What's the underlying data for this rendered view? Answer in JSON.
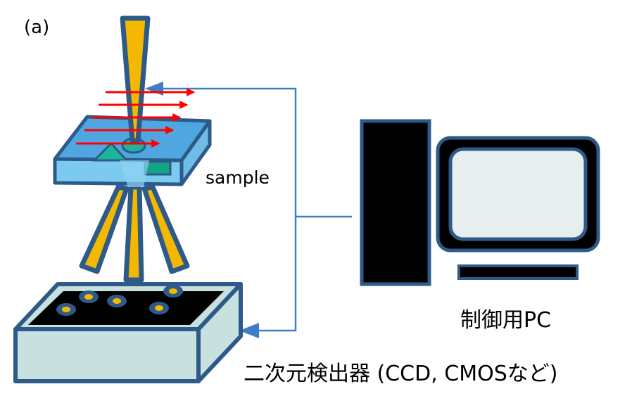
{
  "labels": {
    "panel": "(a)",
    "sample": "sample",
    "pc": "制御用PC",
    "detector": "二次元検出器 (CCD, CMOSなど)"
  },
  "colors": {
    "outline": "#2e5a8a",
    "sample_top": "#4fa6e0",
    "sample_edge": "#7ccaf0",
    "beam": "#f5b800",
    "laser": "#ff0000",
    "detector_body": "#c8e1de",
    "detector_face": "#000000",
    "pc_screen": "#e6eeee",
    "wire": "#3f7ec4"
  }
}
